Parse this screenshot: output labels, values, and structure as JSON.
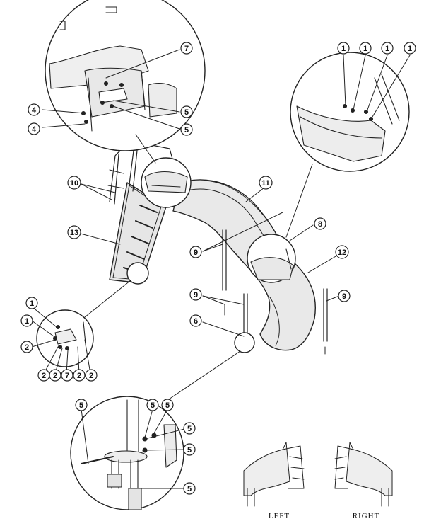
{
  "callouts": {
    "c7_top": "7",
    "c4_a": "4",
    "c4_b": "4",
    "c5_a": "5",
    "c5_b": "5",
    "c1_a": "1",
    "c1_b": "1",
    "c1_c": "1",
    "c1_d": "1",
    "c10": "10",
    "c11": "11",
    "c13": "13",
    "c8": "8",
    "c9_a": "9",
    "c12": "12",
    "c9_b": "9",
    "c9_c": "9",
    "c6": "6",
    "c1_e": "1",
    "c1_f": "1",
    "c2_a": "2",
    "c2_b": "2",
    "c2_c": "2",
    "c7_b": "7",
    "c2_d": "2",
    "c2_e": "2",
    "c5_c": "5",
    "c5_d": "5",
    "c5_e": "5",
    "c5_f": "5",
    "c5_g": "5",
    "c5_h": "5"
  },
  "captions": {
    "left": "LEFT",
    "right": "RIGHT"
  }
}
